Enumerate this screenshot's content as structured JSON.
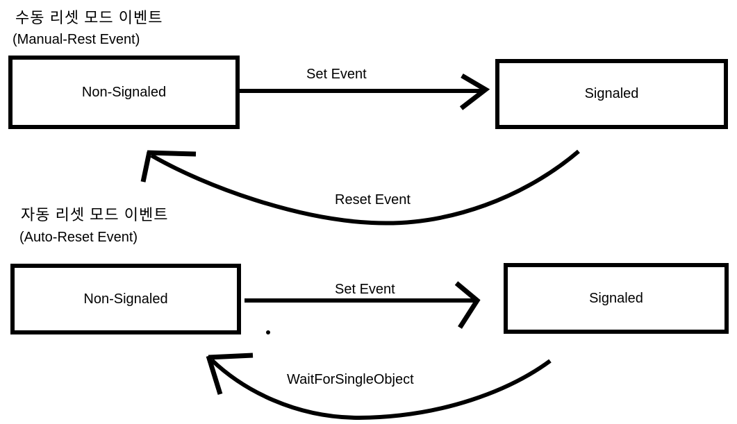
{
  "canvas": {
    "background_color": "#ffffff",
    "ink_color": "#000000"
  },
  "sections": [
    {
      "id": "manual-reset",
      "title_ko": "수동 리셋 모드 이벤트",
      "title_en": "(Manual-Rest Event)",
      "left_box_label": "Non-Signaled",
      "right_box_label": "Signaled",
      "forward_arrow_label": "Set Event",
      "back_arrow_label": "Reset Event"
    },
    {
      "id": "auto-reset",
      "title_ko": "자동 리셋 모드 이벤트",
      "title_en": "(Auto-Reset Event)",
      "left_box_label": "Non-Signaled",
      "right_box_label": "Signaled",
      "forward_arrow_label": "Set Event",
      "back_arrow_label": "WaitForSingleObject"
    }
  ]
}
